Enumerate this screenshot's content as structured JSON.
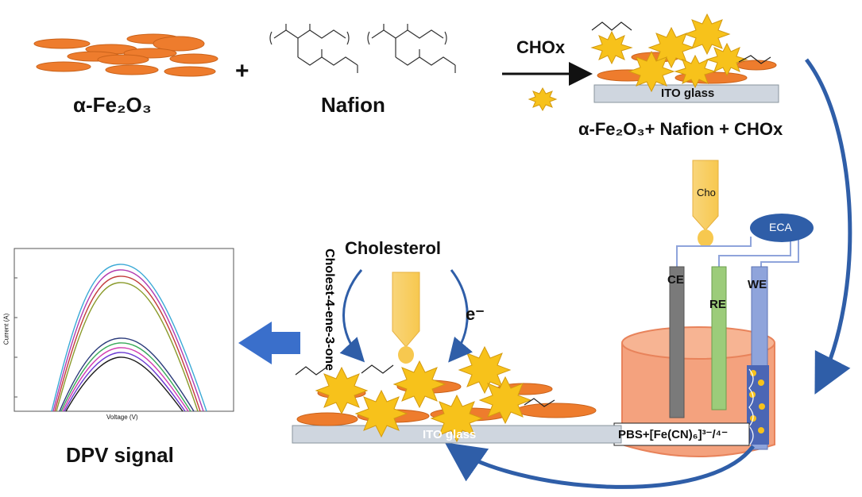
{
  "labels": {
    "fe2o3": "α-Fe₂O₃",
    "plus": "+",
    "nafion": "Nafion",
    "chox": "CHOx",
    "ito_glass_top": "ITO glass",
    "composite": "α-Fe₂O₃+ Nafion + CHOx",
    "cho": "Cho",
    "eca": "ECA",
    "ce": "CE",
    "re": "RE",
    "we": "WE",
    "electrolyte": "PBS+[Fe(CN)₆]³⁻/⁴⁻",
    "cholesterol": "Cholesterol",
    "cholestenone": "Cholest-4-ene-3-one",
    "electron": "e⁻",
    "ito_glass_bottom": "ITO glass",
    "dpv_signal": "DPV signal",
    "plot_ylabel": "Current (A)",
    "plot_xlabel": "Voltage (V)"
  },
  "colors": {
    "hematite_orange": "#ee7c2d",
    "enzyme_yellow": "#f7c21b",
    "ito_gray": "#cfd6df",
    "arrow_blue": "#2f5ea8",
    "beaker_salmon": "#f4a27e",
    "electrode_ce": "#7a7a7a",
    "electrode_re": "#9ccc7a",
    "electrode_we": "#8fa4db"
  }
}
